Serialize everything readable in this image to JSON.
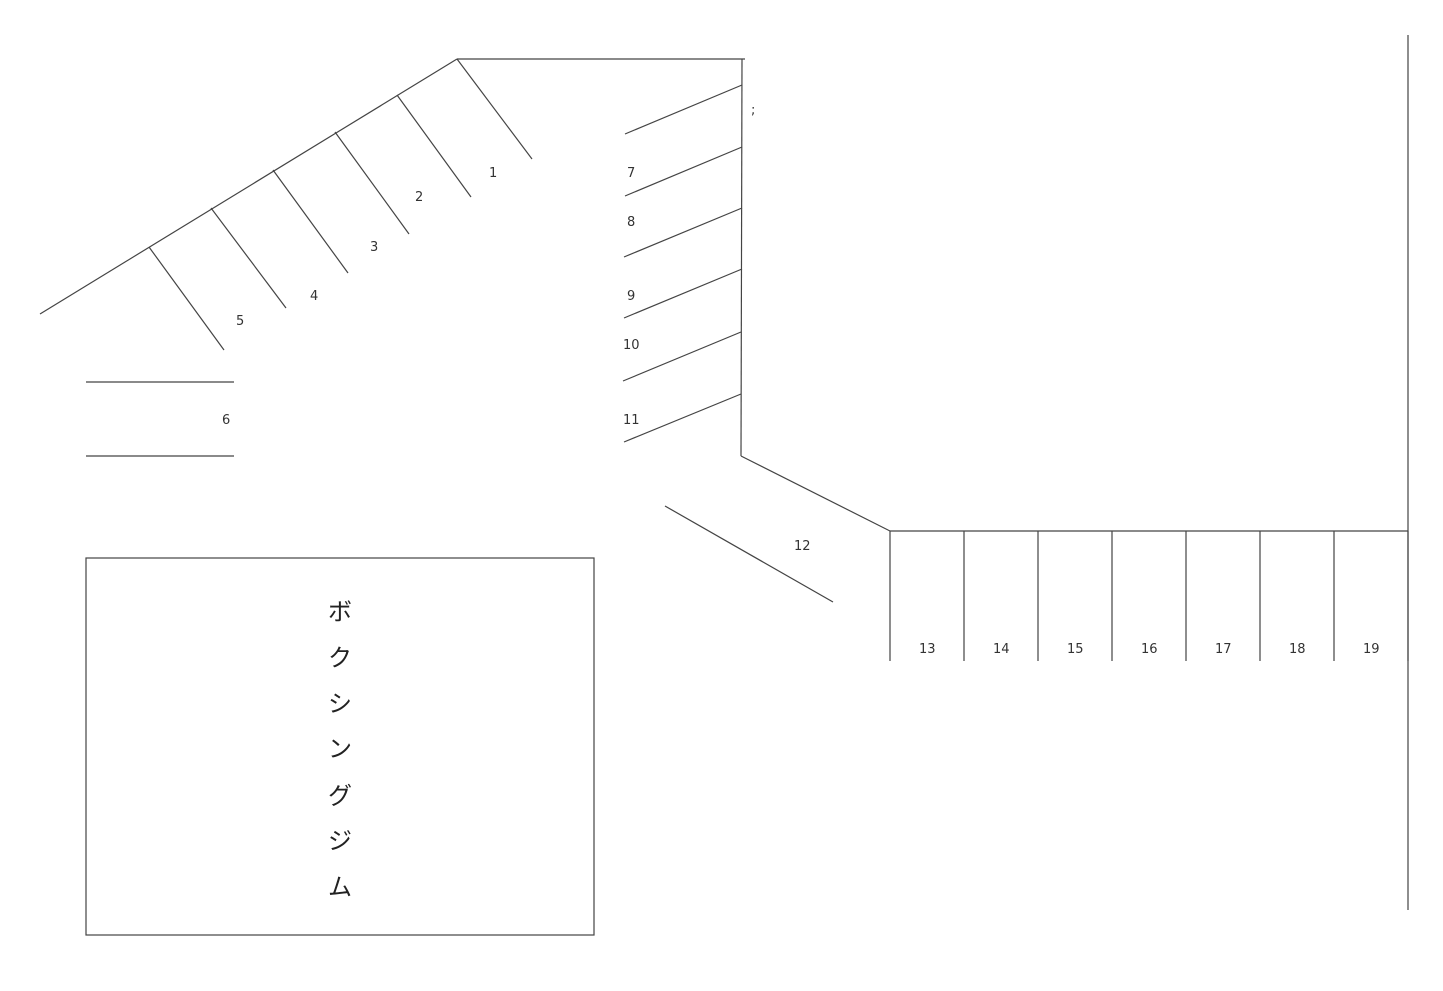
{
  "spaces": {
    "s1": "1",
    "s2": "2",
    "s3": "3",
    "s4": "4",
    "s5": "5",
    "s6": "6",
    "s7": "7",
    "s8": "8",
    "s9": "9",
    "s10": "10",
    "s11": "11",
    "s12": "12",
    "s13": "13",
    "s14": "14",
    "s15": "15",
    "s16": "16",
    "s17": "17",
    "s18": "18",
    "s19": "19"
  },
  "building": {
    "name_chars": [
      "ボ",
      "ク",
      "シ",
      "ン",
      "グ",
      "ジ",
      "ム"
    ]
  },
  "stray_mark": ";"
}
